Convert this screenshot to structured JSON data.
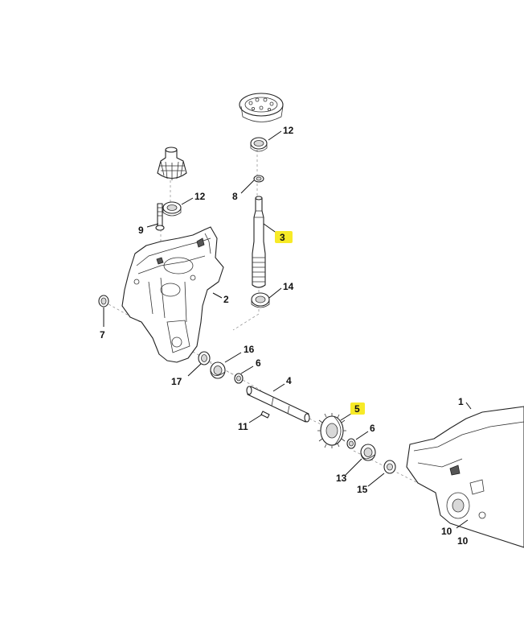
{
  "labels": {
    "p1": "1",
    "p2": "2",
    "p3": "3",
    "p4": "4",
    "p5": "5",
    "p6a": "6",
    "p6b": "6",
    "p7": "7",
    "p8": "8",
    "p9": "9",
    "p10a": "10",
    "p10b": "10",
    "p11": "11",
    "p12a": "12",
    "p12b": "12",
    "p13": "13",
    "p14": "14",
    "p15": "15",
    "p16": "16",
    "p17": "17"
  },
  "highlighted": [
    "3",
    "5"
  ],
  "colors": {
    "highlight": "#f7ea27",
    "line": "#222222"
  }
}
